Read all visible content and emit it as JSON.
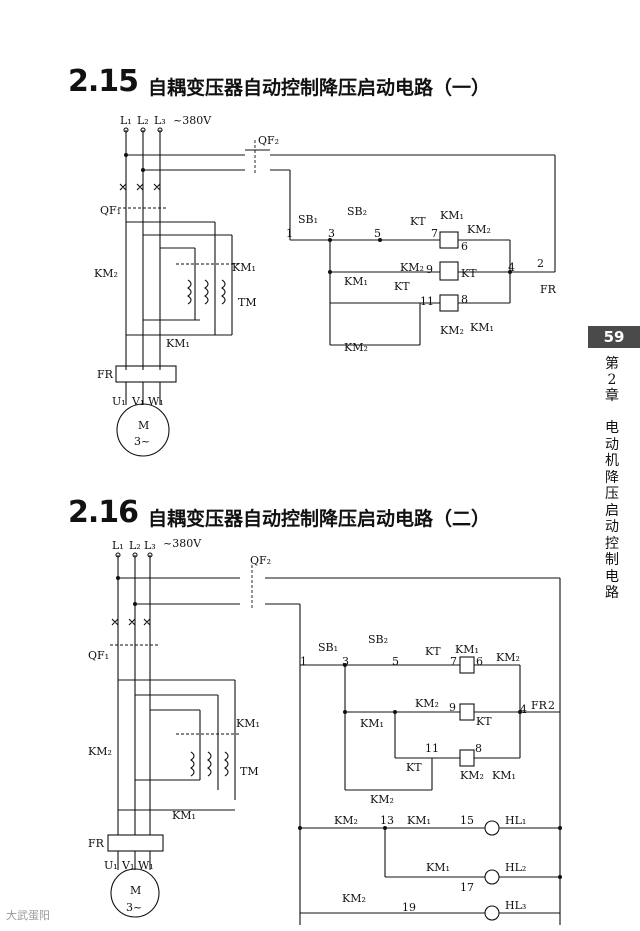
{
  "page": {
    "number": "59",
    "chapter": "第2章",
    "chapter_title": "电动机降压启动控制电路",
    "watermark": "大武蛋阳"
  },
  "section1": {
    "number": "2.15",
    "title": "自耦变压器自动控制降压启动电路（一）"
  },
  "section2": {
    "number": "2.16",
    "title": "自耦变压器自动控制降压启动电路（二）"
  },
  "labels": {
    "L1": "L₁",
    "L2": "L₂",
    "L3": "L₃",
    "voltage": "~380V",
    "QF1": "QF₁",
    "QF2": "QF₂",
    "KM1": "KM₁",
    "KM2": "KM₂",
    "TM": "TM",
    "FR": "FR",
    "KT": "KT",
    "SB1": "SB₁",
    "SB2": "SB₂",
    "U1": "U₁",
    "V1": "V₁",
    "W1": "W₁",
    "motor": "M",
    "motor_phase": "3~",
    "HL1": "HL₁",
    "HL2": "HL₂",
    "HL3": "HL₃",
    "n1": "1",
    "n2": "2",
    "n3": "3",
    "n4": "4",
    "n5": "5",
    "n6": "6",
    "n7": "7",
    "n8": "8",
    "n9": "9",
    "n11": "11",
    "n13": "13",
    "n15": "15",
    "n17": "17",
    "n19": "19"
  }
}
